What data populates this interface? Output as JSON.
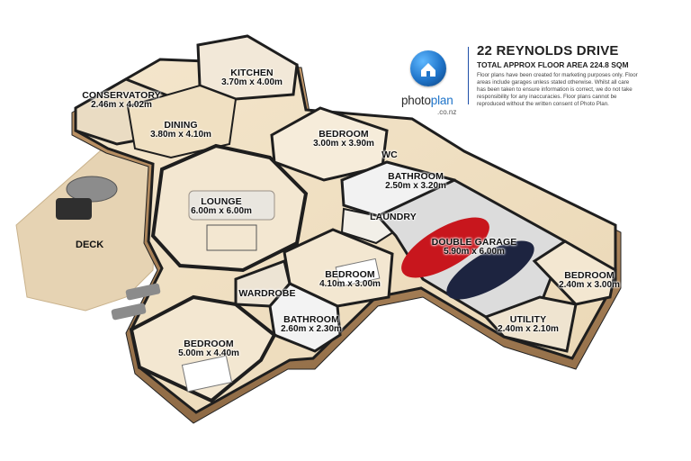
{
  "header": {
    "title": "22 REYNOLDS DRIVE",
    "subtitle": "TOTAL APPROX FLOOR AREA 224.8 SQM",
    "disclaimer": "Floor plans have been created for marketing purposes only. Floor areas include garages unless stated otherwise. Whilst all care has been taken to ensure information is correct, we do not take responsibility for any inaccuracies. Floor plans cannot be reproduced without the written consent of Photo Plan.",
    "brand_main": "photo",
    "brand_accent": "plan",
    "brand_domain": ".co.nz"
  },
  "colors": {
    "deck": "#e6d3b3",
    "floor": "#f1e2c6",
    "wall_top": "#3a3a3a",
    "wall_inner": "#ffffff",
    "brick": "#b38a5e",
    "accent_blue": "#1f74c9",
    "car_red": "#c8161d",
    "car_navy": "#1d2440"
  },
  "rooms": {
    "conservatory": {
      "name": "CONSERVATORY",
      "size": "2.46m x 4.02m"
    },
    "kitchen": {
      "name": "KITCHEN",
      "size": "3.70m x 4.00m"
    },
    "dining": {
      "name": "DINING",
      "size": "3.80m x 4.10m"
    },
    "bedroom1": {
      "name": "BEDROOM",
      "size": "3.00m x 3.90m"
    },
    "wc": {
      "name": "WC",
      "size": ""
    },
    "bathroom1": {
      "name": "BATHROOM",
      "size": "2.50m x 3.20m"
    },
    "lounge": {
      "name": "LOUNGE",
      "size": "6.00m x 6.00m"
    },
    "laundry": {
      "name": "LAUNDRY",
      "size": ""
    },
    "garage": {
      "name": "DOUBLE GARAGE",
      "size": "5.90m x 6.00m"
    },
    "bedroom2": {
      "name": "BEDROOM",
      "size": "4.10m x 3.00m"
    },
    "bedroom3": {
      "name": "BEDROOM",
      "size": "2.40m x 3.00m"
    },
    "wardrobe": {
      "name": "WARDROBE",
      "size": ""
    },
    "bathroom2": {
      "name": "BATHROOM",
      "size": "2.60m x 2.30m"
    },
    "utility": {
      "name": "UTILITY",
      "size": "2.40m x 2.10m"
    },
    "bedroom4": {
      "name": "BEDROOM",
      "size": "5.00m x 4.40m"
    },
    "deck": {
      "name": "DECK"
    }
  }
}
